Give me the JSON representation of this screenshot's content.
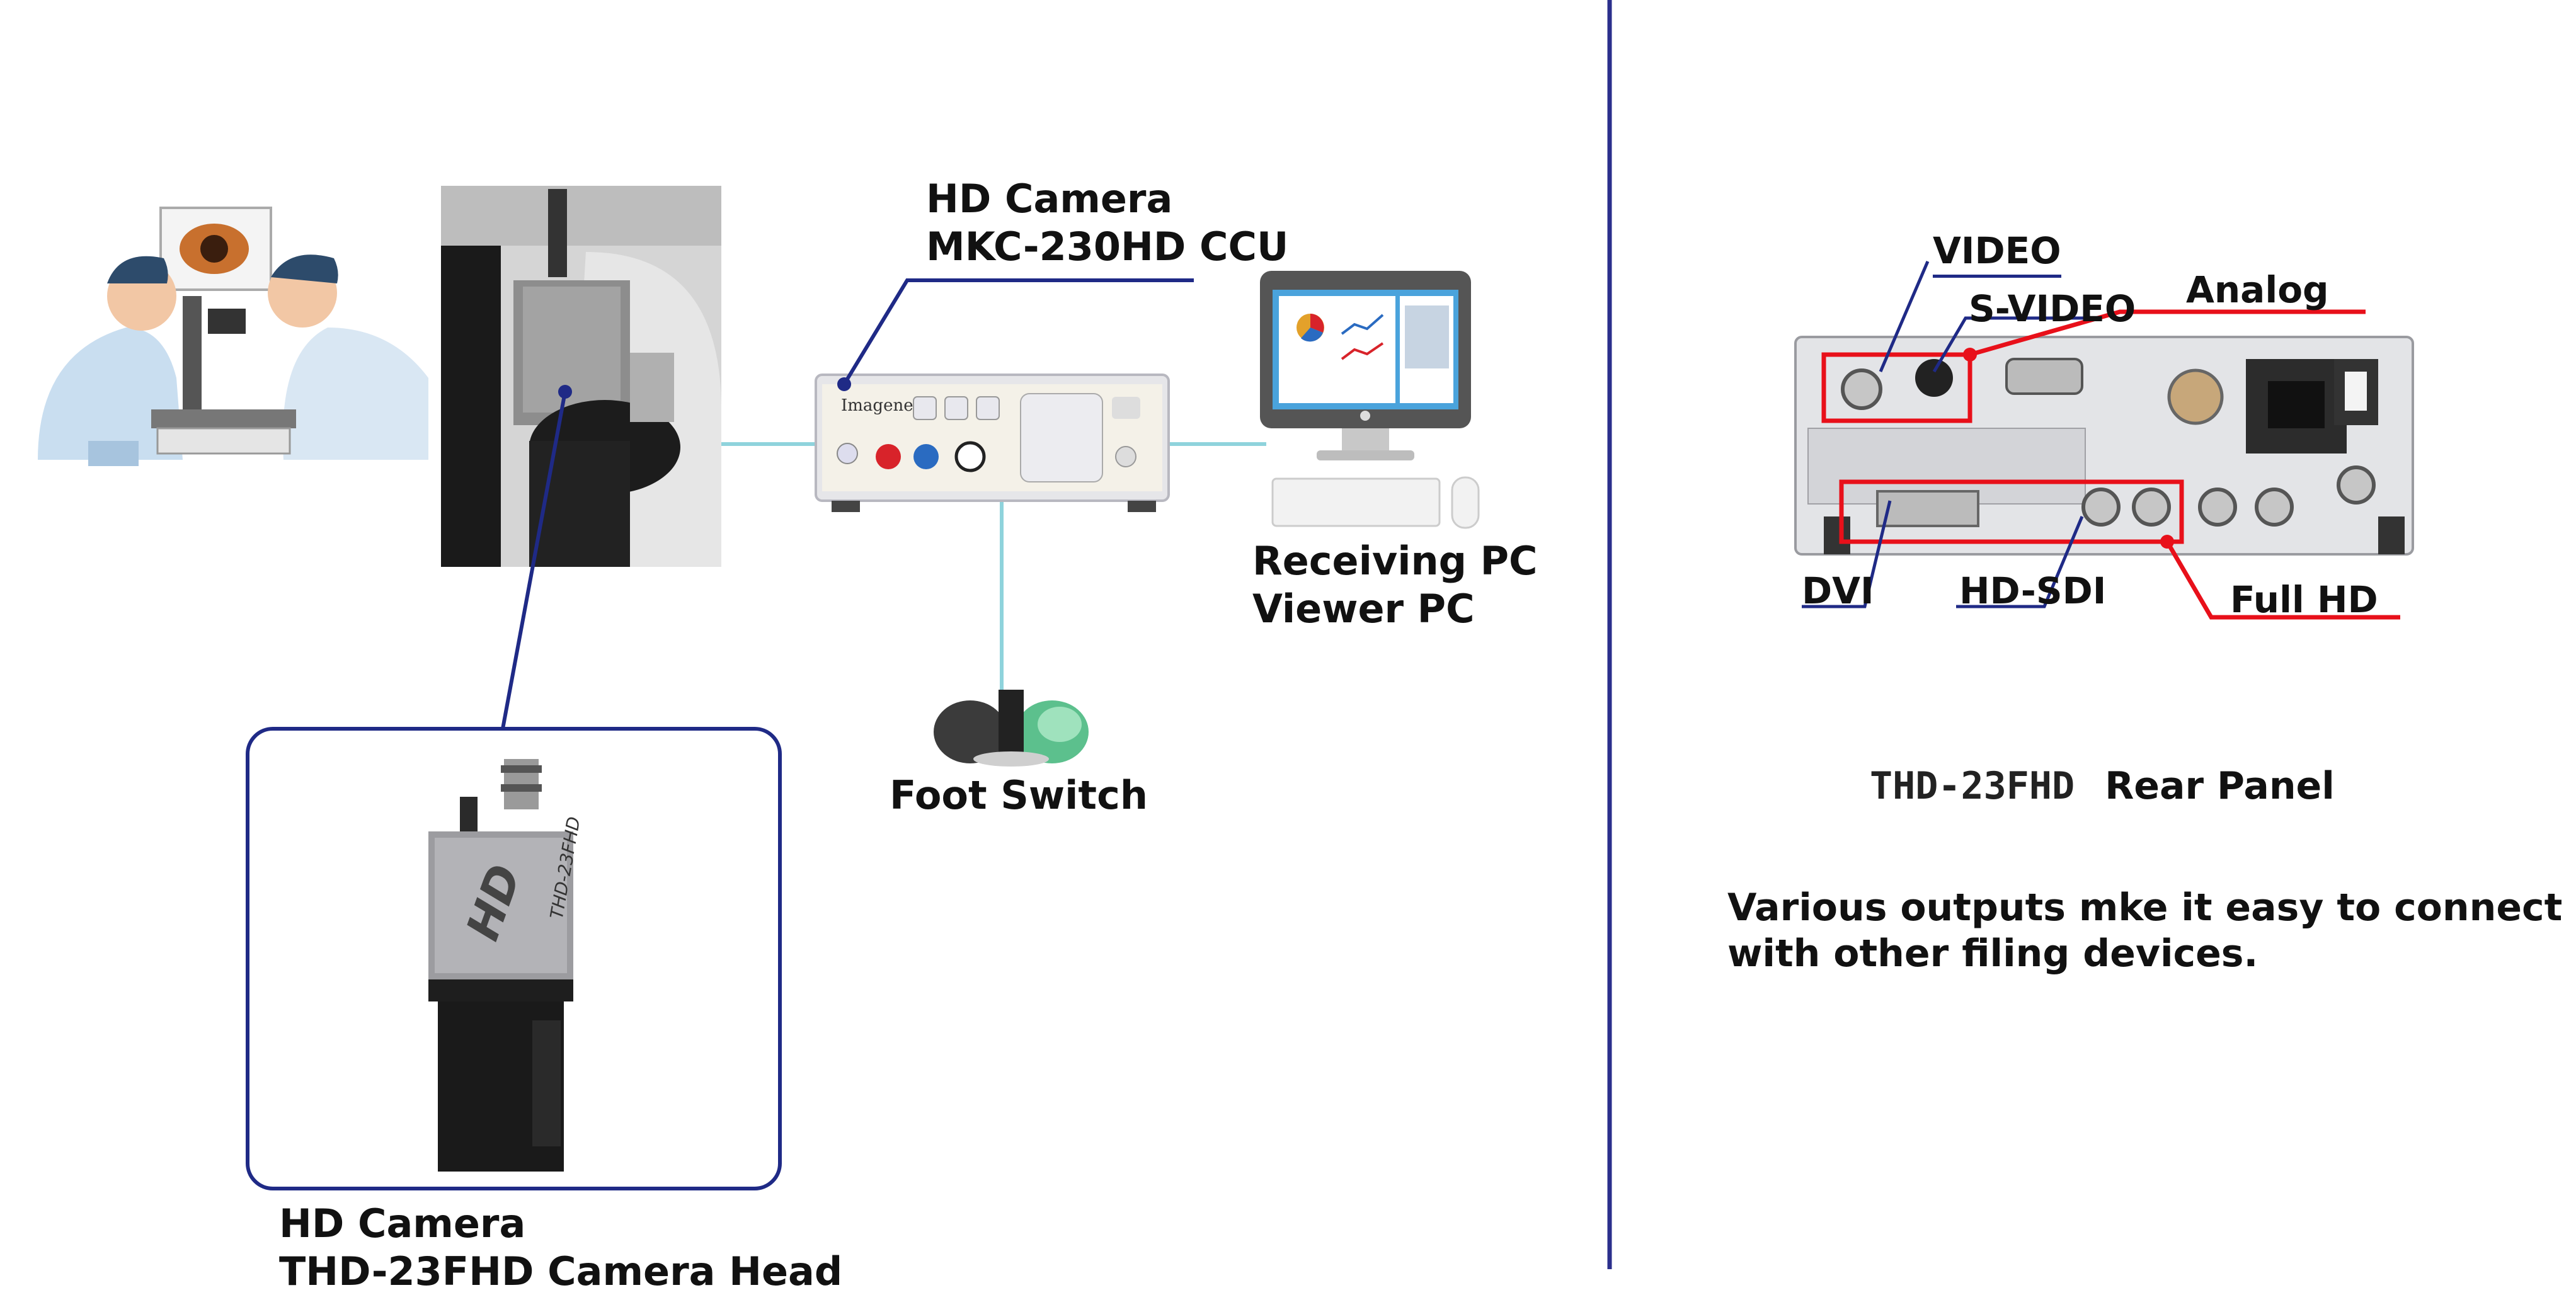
{
  "colors": {
    "callout_line": "#1f2a86",
    "divider": "#2b2f8c",
    "cable": "#8fd3dc",
    "highlight": "#e8101a",
    "box_border": "#1f2a86"
  },
  "icons": [
    "doctor-patient-illustration",
    "slit-lamp-photo",
    "ccu-unit-image",
    "pc-monitor-icon",
    "foot-switch-image",
    "camera-head-photo",
    "rear-panel-photo"
  ],
  "ccu": {
    "line1": "HD Camera",
    "line2": "MKC-230HD CCU",
    "brand_text": "Imagenet"
  },
  "pc": {
    "line1": "Receiving PC",
    "line2": "Viewer PC"
  },
  "foot_switch": {
    "label": "Foot Switch"
  },
  "camera_head": {
    "line1": "HD Camera",
    "line2": "THD-23FHD Camera Head",
    "side_text": "THD-23FHD",
    "logo": "HD"
  },
  "rear_panel": {
    "title_model": "THD-23FHD",
    "title_text": "Rear Panel",
    "callouts": {
      "video": "VIDEO",
      "svideo": "S-VIDEO",
      "analog": "Analog",
      "dvi": "DVI",
      "hdsdi": "HD-SDI",
      "fullhd": "Full HD"
    },
    "description": [
      "Various outputs mke it easy to connect",
      "with other filing devices."
    ]
  }
}
